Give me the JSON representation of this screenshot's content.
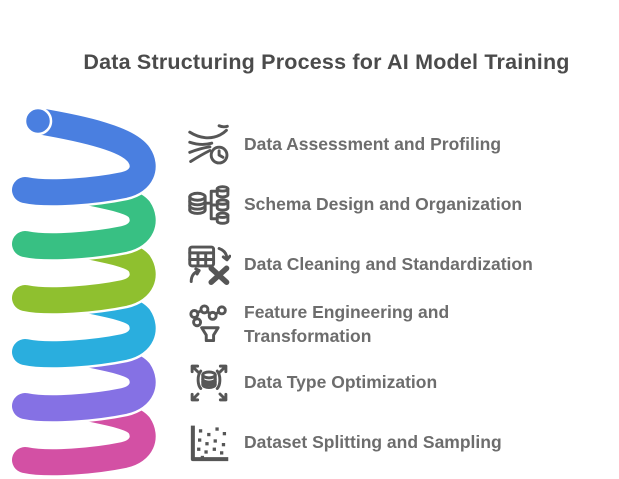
{
  "title": "Data Structuring Process for AI Model Training",
  "theme": {
    "background": "#ffffff",
    "title_color": "#4b4b4b",
    "item_text_color": "#6d6d6d",
    "icon_color": "#565656",
    "outline_color": "#ffffff"
  },
  "spiral": {
    "description": "six-turn coil ribbon, one color per process step, top to bottom",
    "colors": [
      "#4a7fe0",
      "#38c083",
      "#8fc02f",
      "#2aaede",
      "#8571e4",
      "#d350a4"
    ]
  },
  "steps": [
    {
      "label": "Data Assessment and Profiling",
      "icon": "data-flow-clock-icon"
    },
    {
      "label": "Schema Design and Organization",
      "icon": "database-schema-icon"
    },
    {
      "label": "Data Cleaning and Standardization",
      "icon": "table-clean-icon"
    },
    {
      "label": "Feature Engineering and Transformation",
      "icon": "nodes-funnel-icon"
    },
    {
      "label": "Data Type Optimization",
      "icon": "database-expand-icon"
    },
    {
      "label": "Dataset Splitting and Sampling",
      "icon": "scatter-plot-icon"
    }
  ]
}
